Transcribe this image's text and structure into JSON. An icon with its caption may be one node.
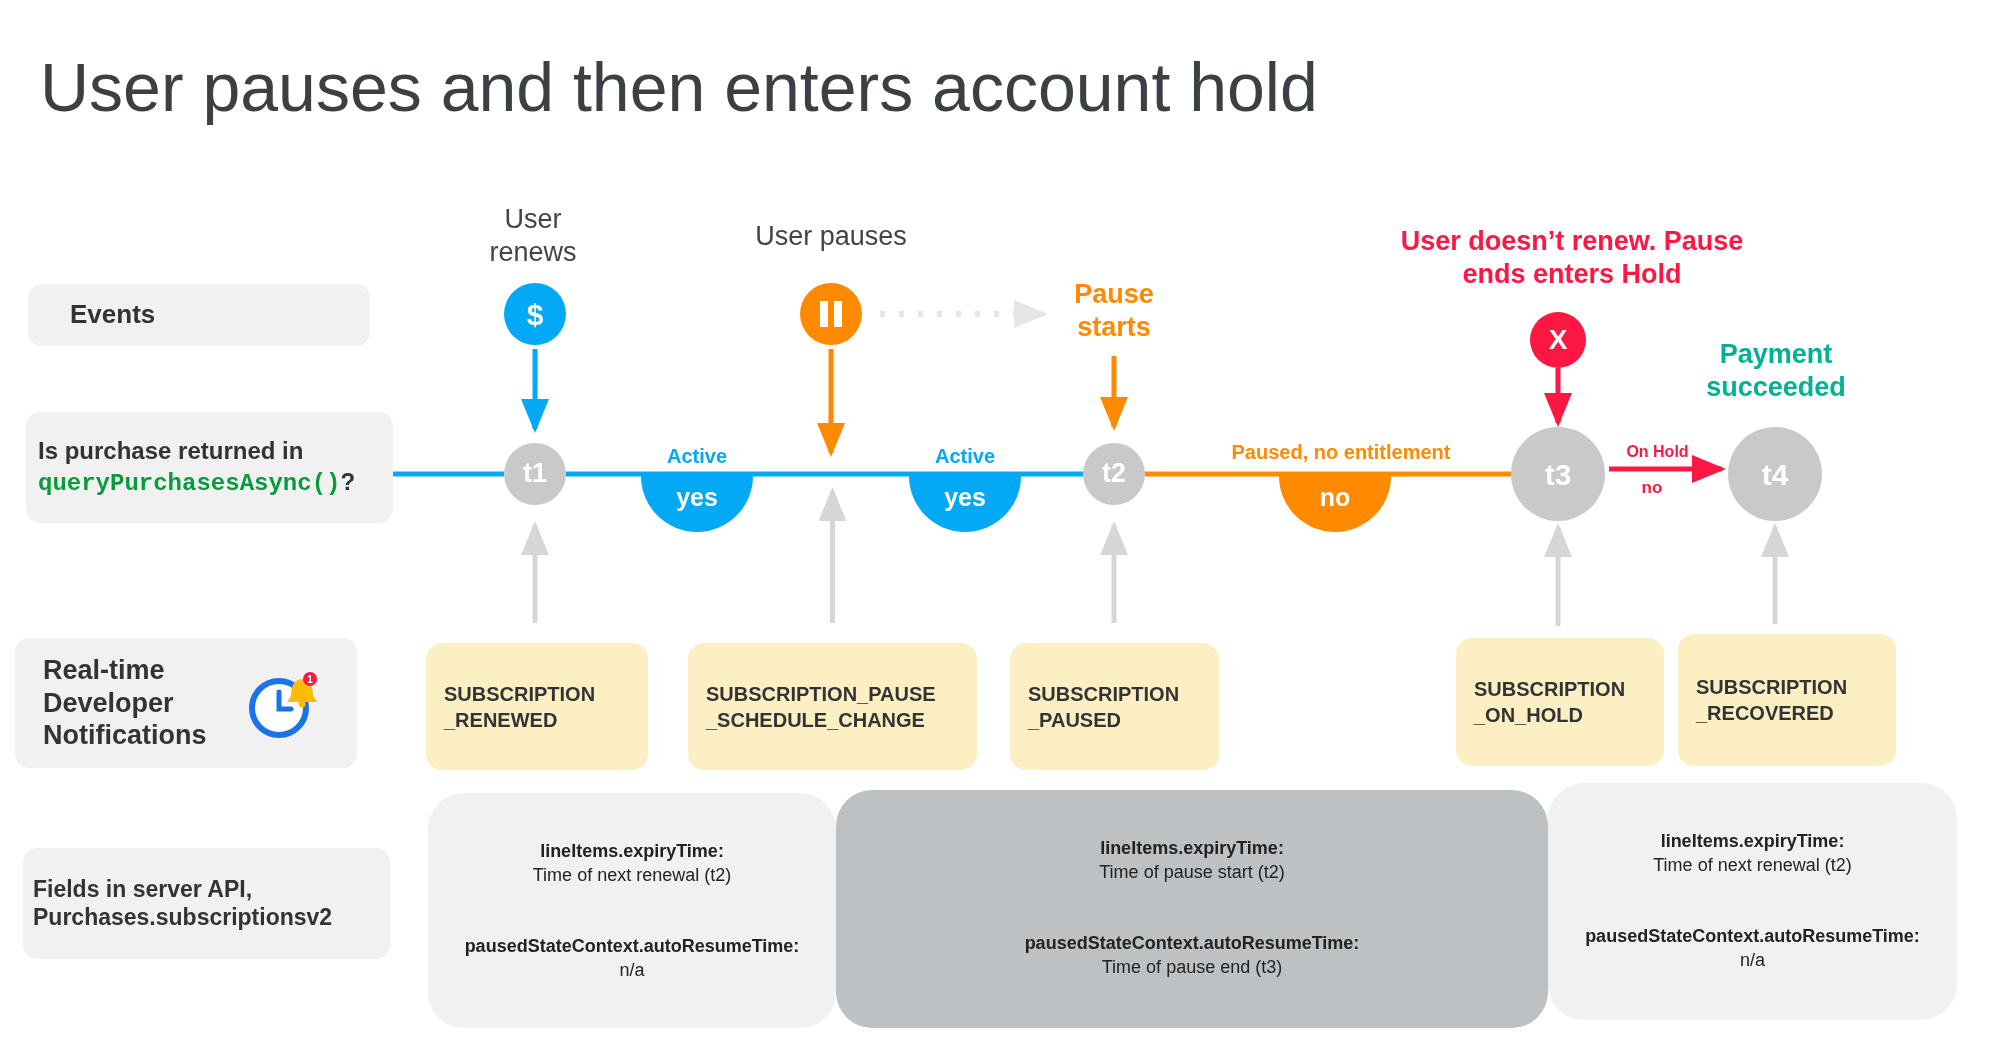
{
  "diagram": {
    "title": "User pauses and then enters account hold",
    "nodes": [
      {
        "text": [
          "Events"
        ]
      },
      {
        "text": [
          "Is purchase returned in",
          "queryPurchasesAsync()",
          "?"
        ]
      },
      {
        "text": [
          "Real-time Developer Notifications"
        ]
      },
      {
        "text": [
          "Fields in server API, Purchases.subscriptionsv2"
        ]
      },
      {
        "text": [
          "$"
        ],
        "beside": [
          "User renews"
        ]
      },
      {
        "text": [],
        "shape": "circle",
        "beside": [
          "User pauses"
        ]
      },
      {
        "text": [
          "Pause starts"
        ]
      },
      {
        "text": [
          "X"
        ],
        "beside": [
          "User doesn’t renew. Pause ends enters Hold"
        ]
      },
      {
        "text": [
          "t1"
        ]
      },
      {
        "text": [
          "t2"
        ]
      },
      {
        "text": [
          "t3"
        ]
      },
      {
        "text": [
          "t4"
        ]
      },
      {
        "text": [
          "yes"
        ],
        "beside": [
          "Active"
        ]
      },
      {
        "text": [
          "yes"
        ],
        "beside": [
          "Active"
        ]
      },
      {
        "text": [
          "no"
        ],
        "beside": [
          "Paused, no entitlement"
        ]
      },
      {
        "text": [
          "SUBSCRIPTION _RENEWED"
        ]
      },
      {
        "text": [
          "SUBSCRIPTION_PAUSE _SCHEDULE_CHANGE"
        ]
      },
      {
        "text": [
          "SUBSCRIPTION _PAUSED"
        ]
      },
      {
        "text": [
          "SUBSCRIPTION _ON_HOLD"
        ]
      },
      {
        "text": [
          "SUBSCRIPTION _RECOVERED"
        ]
      },
      {
        "text": [
          "lineItems.expiryTime:",
          "Time of next renewal (t2)",
          "pausedStateContext.autoResumeTime:",
          "n/a"
        ]
      },
      {
        "text": [
          "lineItems.expiryTime:",
          "Time of pause start (t2)",
          "pausedStateContext.autoResumeTime:",
          "Time of pause end (t3)"
        ]
      },
      {
        "text": [
          "lineItems.expiryTime:",
          "Time of next renewal (t2)",
          "pausedStateContext.autoResumeTime:",
          "n/a"
        ]
      }
    ],
    "edges": [
      {
        "from": 4,
        "to": 8,
        "arrow": "to",
        "color": "#03a9f4"
      },
      {
        "from": 5,
        "to": null,
        "arrow": "to",
        "color": "#ff8a00"
      },
      {
        "from": 5,
        "to": 6,
        "arrow": "to",
        "style": "dashed",
        "color": "#e6e6e6"
      },
      {
        "from": 6,
        "to": 9,
        "arrow": "to",
        "color": "#ff8a00"
      },
      {
        "from": 7,
        "to": 10,
        "arrow": "to",
        "color": "#ff1744"
      },
      {
        "from": 1,
        "to": 8,
        "arrow": "none",
        "color": "#03a9f4"
      },
      {
        "from": 8,
        "to": 9,
        "arrow": "none",
        "color": "#03a9f4"
      },
      {
        "from": 9,
        "to": 10,
        "arrow": "none",
        "color": "#ff8a00"
      },
      {
        "from": 10,
        "to": 11,
        "arrow": "to",
        "label": "On Hold",
        "color": "#ff1744"
      },
      {
        "from": 15,
        "to": 8,
        "arrow": "to"
      },
      {
        "from": 16,
        "to": null,
        "arrow": "to"
      },
      {
        "from": 17,
        "to": 9,
        "arrow": "to"
      },
      {
        "from": 18,
        "to": 10,
        "arrow": "to"
      },
      {
        "from": 19,
        "to": 11,
        "arrow": "to"
      }
    ],
    "labels": [
      "Payment succeeded",
      "no",
      "1"
    ]
  }
}
